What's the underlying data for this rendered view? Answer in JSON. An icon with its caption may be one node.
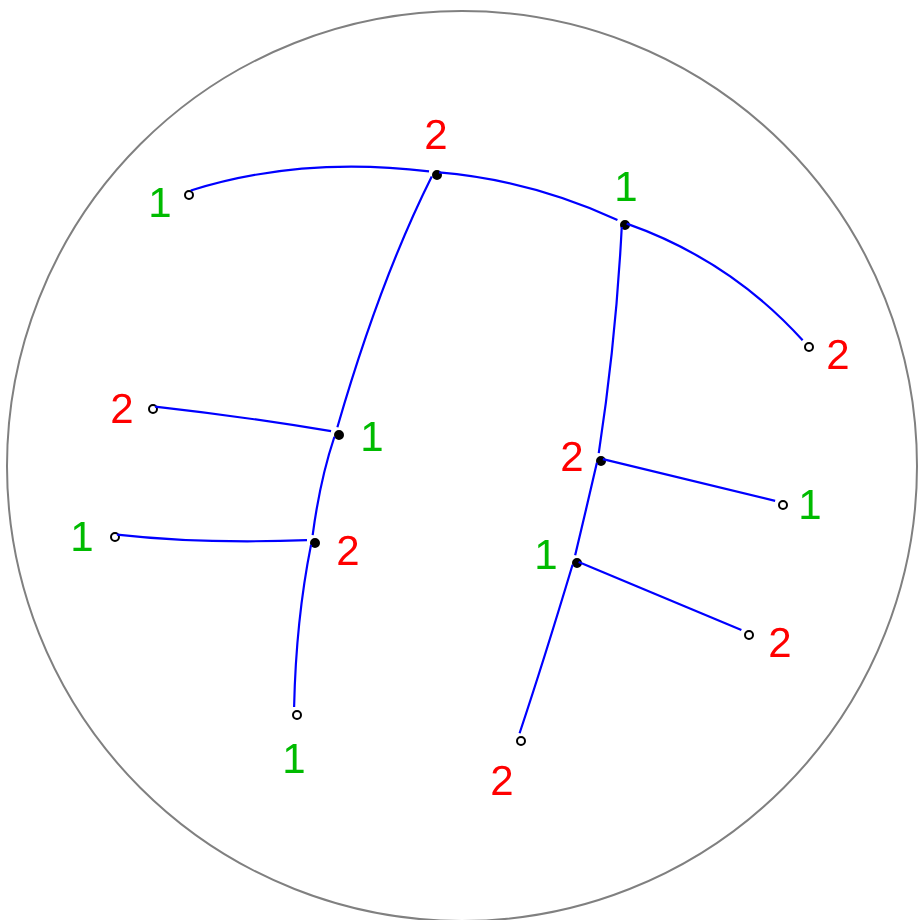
{
  "diagram": {
    "nodes": [
      {
        "text": [],
        "shape": "circle"
      },
      {
        "text": [],
        "shape": "circle",
        "in": 0,
        "beside": [
          "1"
        ]
      },
      {
        "text": [],
        "shape": "circle",
        "in": 0,
        "beside": [
          "2"
        ]
      },
      {
        "text": [],
        "shape": "circle",
        "in": 0,
        "beside": [
          "1"
        ]
      },
      {
        "text": [],
        "shape": "circle",
        "in": 0,
        "beside": [
          "2"
        ]
      },
      {
        "text": [],
        "shape": "circle",
        "in": 0,
        "beside": [
          "2"
        ]
      },
      {
        "text": [],
        "shape": "circle",
        "in": 0,
        "beside": [
          "1"
        ]
      },
      {
        "text": [],
        "shape": "circle",
        "in": 0,
        "beside": [
          "1"
        ]
      },
      {
        "text": [],
        "shape": "circle",
        "in": 0,
        "beside": [
          "2"
        ]
      },
      {
        "text": [],
        "shape": "circle",
        "in": 0,
        "beside": [
          "1"
        ]
      },
      {
        "text": [],
        "shape": "circle",
        "in": 0,
        "beside": [
          "2"
        ]
      },
      {
        "text": [],
        "shape": "circle",
        "in": 0,
        "beside": [
          "1"
        ]
      },
      {
        "text": [],
        "shape": "circle",
        "in": 0,
        "beside": [
          "1"
        ]
      },
      {
        "text": [],
        "shape": "circle",
        "in": 0,
        "beside": [
          "2"
        ]
      },
      {
        "text": [],
        "shape": "circle",
        "in": 0,
        "beside": [
          "2"
        ]
      }
    ],
    "edges": [
      {
        "from": 1,
        "to": 2,
        "arrow": "none"
      },
      {
        "from": 2,
        "to": 3,
        "arrow": "none"
      },
      {
        "from": 3,
        "to": 4,
        "arrow": "none"
      },
      {
        "from": 2,
        "to": 6,
        "arrow": "none"
      },
      {
        "from": 6,
        "to": 8,
        "arrow": "none"
      },
      {
        "from": 8,
        "to": 9,
        "arrow": "none"
      },
      {
        "from": 5,
        "to": 6,
        "arrow": "none"
      },
      {
        "from": 7,
        "to": 8,
        "arrow": "none"
      },
      {
        "from": 3,
        "to": 10,
        "arrow": "none"
      },
      {
        "from": 10,
        "to": 12,
        "arrow": "none"
      },
      {
        "from": 12,
        "to": 14,
        "arrow": "none"
      },
      {
        "from": 10,
        "to": 11,
        "arrow": "none"
      },
      {
        "from": 12,
        "to": 13,
        "arrow": "none"
      }
    ]
  }
}
